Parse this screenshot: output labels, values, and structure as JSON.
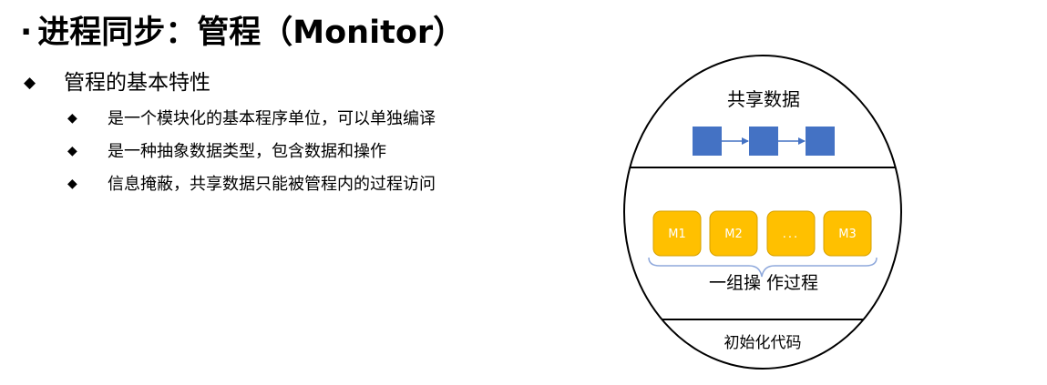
{
  "slide": {
    "title_bullet": "·",
    "title": "进程同步：管程（Monitor）",
    "heading": {
      "bullet": "◆",
      "text": "管程的基本特性"
    },
    "items": [
      {
        "bullet": "◆",
        "text": "是一个模块化的基本程序单位，可以单独编译"
      },
      {
        "bullet": "◆",
        "text": "是一种抽象数据类型，包含数据和操作"
      },
      {
        "bullet": "◆",
        "text": "信息掩蔽，共享数据只能被管程内的过程访问"
      }
    ]
  },
  "diagram": {
    "shared_data_label": "共享数据",
    "operations": [
      "M1",
      "M2",
      "...",
      "M3"
    ],
    "operations_label": "一组操 作过程",
    "init_label": "初始化代码",
    "colors": {
      "data_block": "#4472C4",
      "operation_box": "#FFC000",
      "operation_border": "#D6A000",
      "arrow": "#4472C4",
      "brace": "#8FA9DC",
      "outline": "#000000"
    }
  }
}
